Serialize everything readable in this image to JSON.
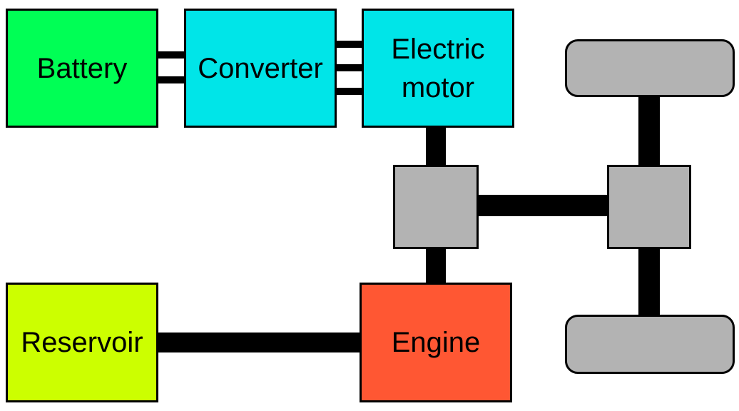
{
  "blocks": {
    "battery": {
      "label": "Battery",
      "color": "#00ff55"
    },
    "converter": {
      "label": "Converter",
      "color": "#00e5e8"
    },
    "electric_motor": {
      "label_line1": "Electric",
      "label_line2": "motor",
      "color": "#00e5e8"
    },
    "reservoir": {
      "label": "Reservoir",
      "color": "#ccff00"
    },
    "engine": {
      "label": "Engine",
      "color": "#ff5733"
    }
  },
  "mechanical_color": "#b3b3b3",
  "link_color": "#000000"
}
